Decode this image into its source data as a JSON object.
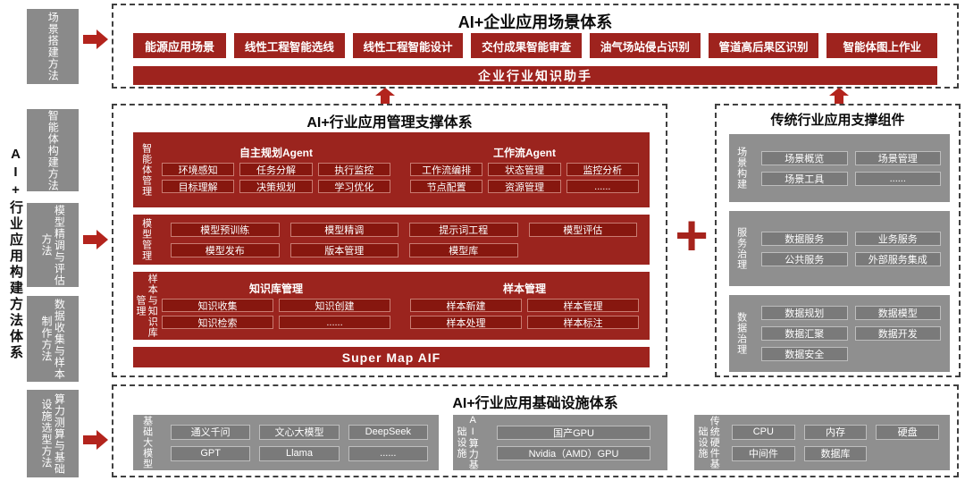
{
  "plus_sign": "+",
  "colors": {
    "primary_red": "#9e231e",
    "panel_red": "#9b241e",
    "chip_red": "#87170f",
    "gray_panel": "#8f8f8f",
    "gray_chip": "#7a7a7a",
    "arrow_red": "#b3241d"
  },
  "left": {
    "spine_title": "AI+行业应用构建方法体系",
    "methods": [
      {
        "label": "场景搭建方法"
      },
      {
        "label": "智能体构建方法"
      },
      {
        "label": "模型精调与评估方法"
      },
      {
        "label": "数据收集与样本制作方法"
      },
      {
        "label": "算力测算与基础设施选型方法"
      }
    ]
  },
  "top": {
    "title": "AI+企业应用场景体系",
    "row_label": "能源应用场景",
    "scenarios": [
      "线性工程智能选线",
      "线性工程智能设计",
      "交付成果智能审查",
      "油气场站侵占识别",
      "管道高后果区识别",
      "智能体图上作业"
    ],
    "assistant_bar": "企业行业知识助手"
  },
  "middle": {
    "title": "AI+行业应用管理支撑体系",
    "agent_panel": {
      "label": "智能体管理",
      "groups": [
        {
          "title": "自主规划Agent",
          "rows": [
            [
              "环境感知",
              "任务分解",
              "执行监控"
            ],
            [
              "目标理解",
              "决策规划",
              "学习优化"
            ]
          ]
        },
        {
          "title": "工作流Agent",
          "rows": [
            [
              "工作流编排",
              "状态管理",
              "监控分析"
            ],
            [
              "节点配置",
              "资源管理",
              "......"
            ]
          ]
        }
      ]
    },
    "model_panel": {
      "label": "模型管理",
      "row1": [
        "模型预训练",
        "模型精调",
        "提示词工程",
        "模型评估"
      ],
      "row2": [
        "模型发布",
        "版本管理",
        "模型库"
      ]
    },
    "sample_panel": {
      "label": "样本与知识库管理",
      "groups": [
        {
          "title": "知识库管理",
          "rows": [
            [
              "知识收集",
              "知识创建"
            ],
            [
              "知识检索",
              "......"
            ]
          ]
        },
        {
          "title": "样本管理",
          "rows": [
            [
              "样本新建",
              "样本管理"
            ],
            [
              "样本处理",
              "样本标注"
            ]
          ]
        }
      ]
    },
    "footer_bar": "Super Map AIF"
  },
  "right": {
    "title": "传统行业应用支撑组件",
    "panels": [
      {
        "label": "场景构建",
        "items": [
          "场景概览",
          "场景管理",
          "场景工具",
          "......"
        ]
      },
      {
        "label": "服务治理",
        "items": [
          "数据服务",
          "业务服务",
          "公共服务",
          "外部服务集成"
        ]
      },
      {
        "label": "数据治理",
        "items": [
          "数据规划",
          "数据模型",
          "数据汇聚",
          "数据开发",
          "数据安全"
        ]
      }
    ]
  },
  "bottom": {
    "title": "AI+行业应用基础设施体系",
    "panels": [
      {
        "label": "基础大模型",
        "items": [
          "通义千问",
          "文心大模型",
          "DeepSeek",
          "GPT",
          "Llama",
          "......"
        ]
      },
      {
        "label": "AI算力基础设施",
        "items": [
          "国产GPU",
          "Nvidia（AMD）GPU"
        ]
      },
      {
        "label": "传统硬件基础设施",
        "items": [
          "CPU",
          "内存",
          "硬盘",
          "中间件",
          "数据库"
        ]
      }
    ]
  }
}
